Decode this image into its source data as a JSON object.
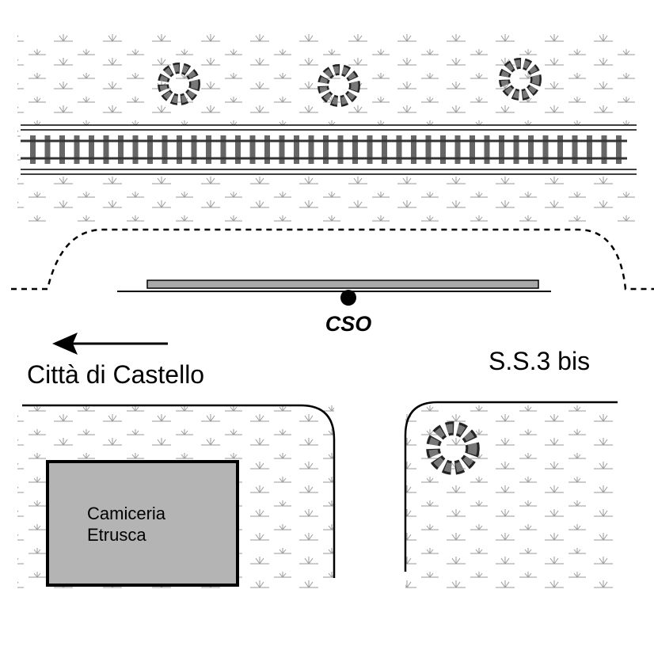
{
  "labels": {
    "stop_code": "CSO",
    "direction_label": "Città di Castello",
    "road_name": "S.S.3 bis",
    "building_line1": "Camiceria",
    "building_line2": "Etrusca"
  },
  "colors": {
    "building_fill": "#b4b4b4",
    "shelter_fill": "#a8a8a8",
    "tree_fill": "#7a7a7a",
    "grass_mark": "#9a9a9a",
    "line": "#000000"
  },
  "icons": {
    "tree": "tree-icon",
    "grass": "grass-pattern",
    "arrow": "arrow-left-icon",
    "stop": "stop-marker-icon",
    "railway": "railway-track"
  }
}
